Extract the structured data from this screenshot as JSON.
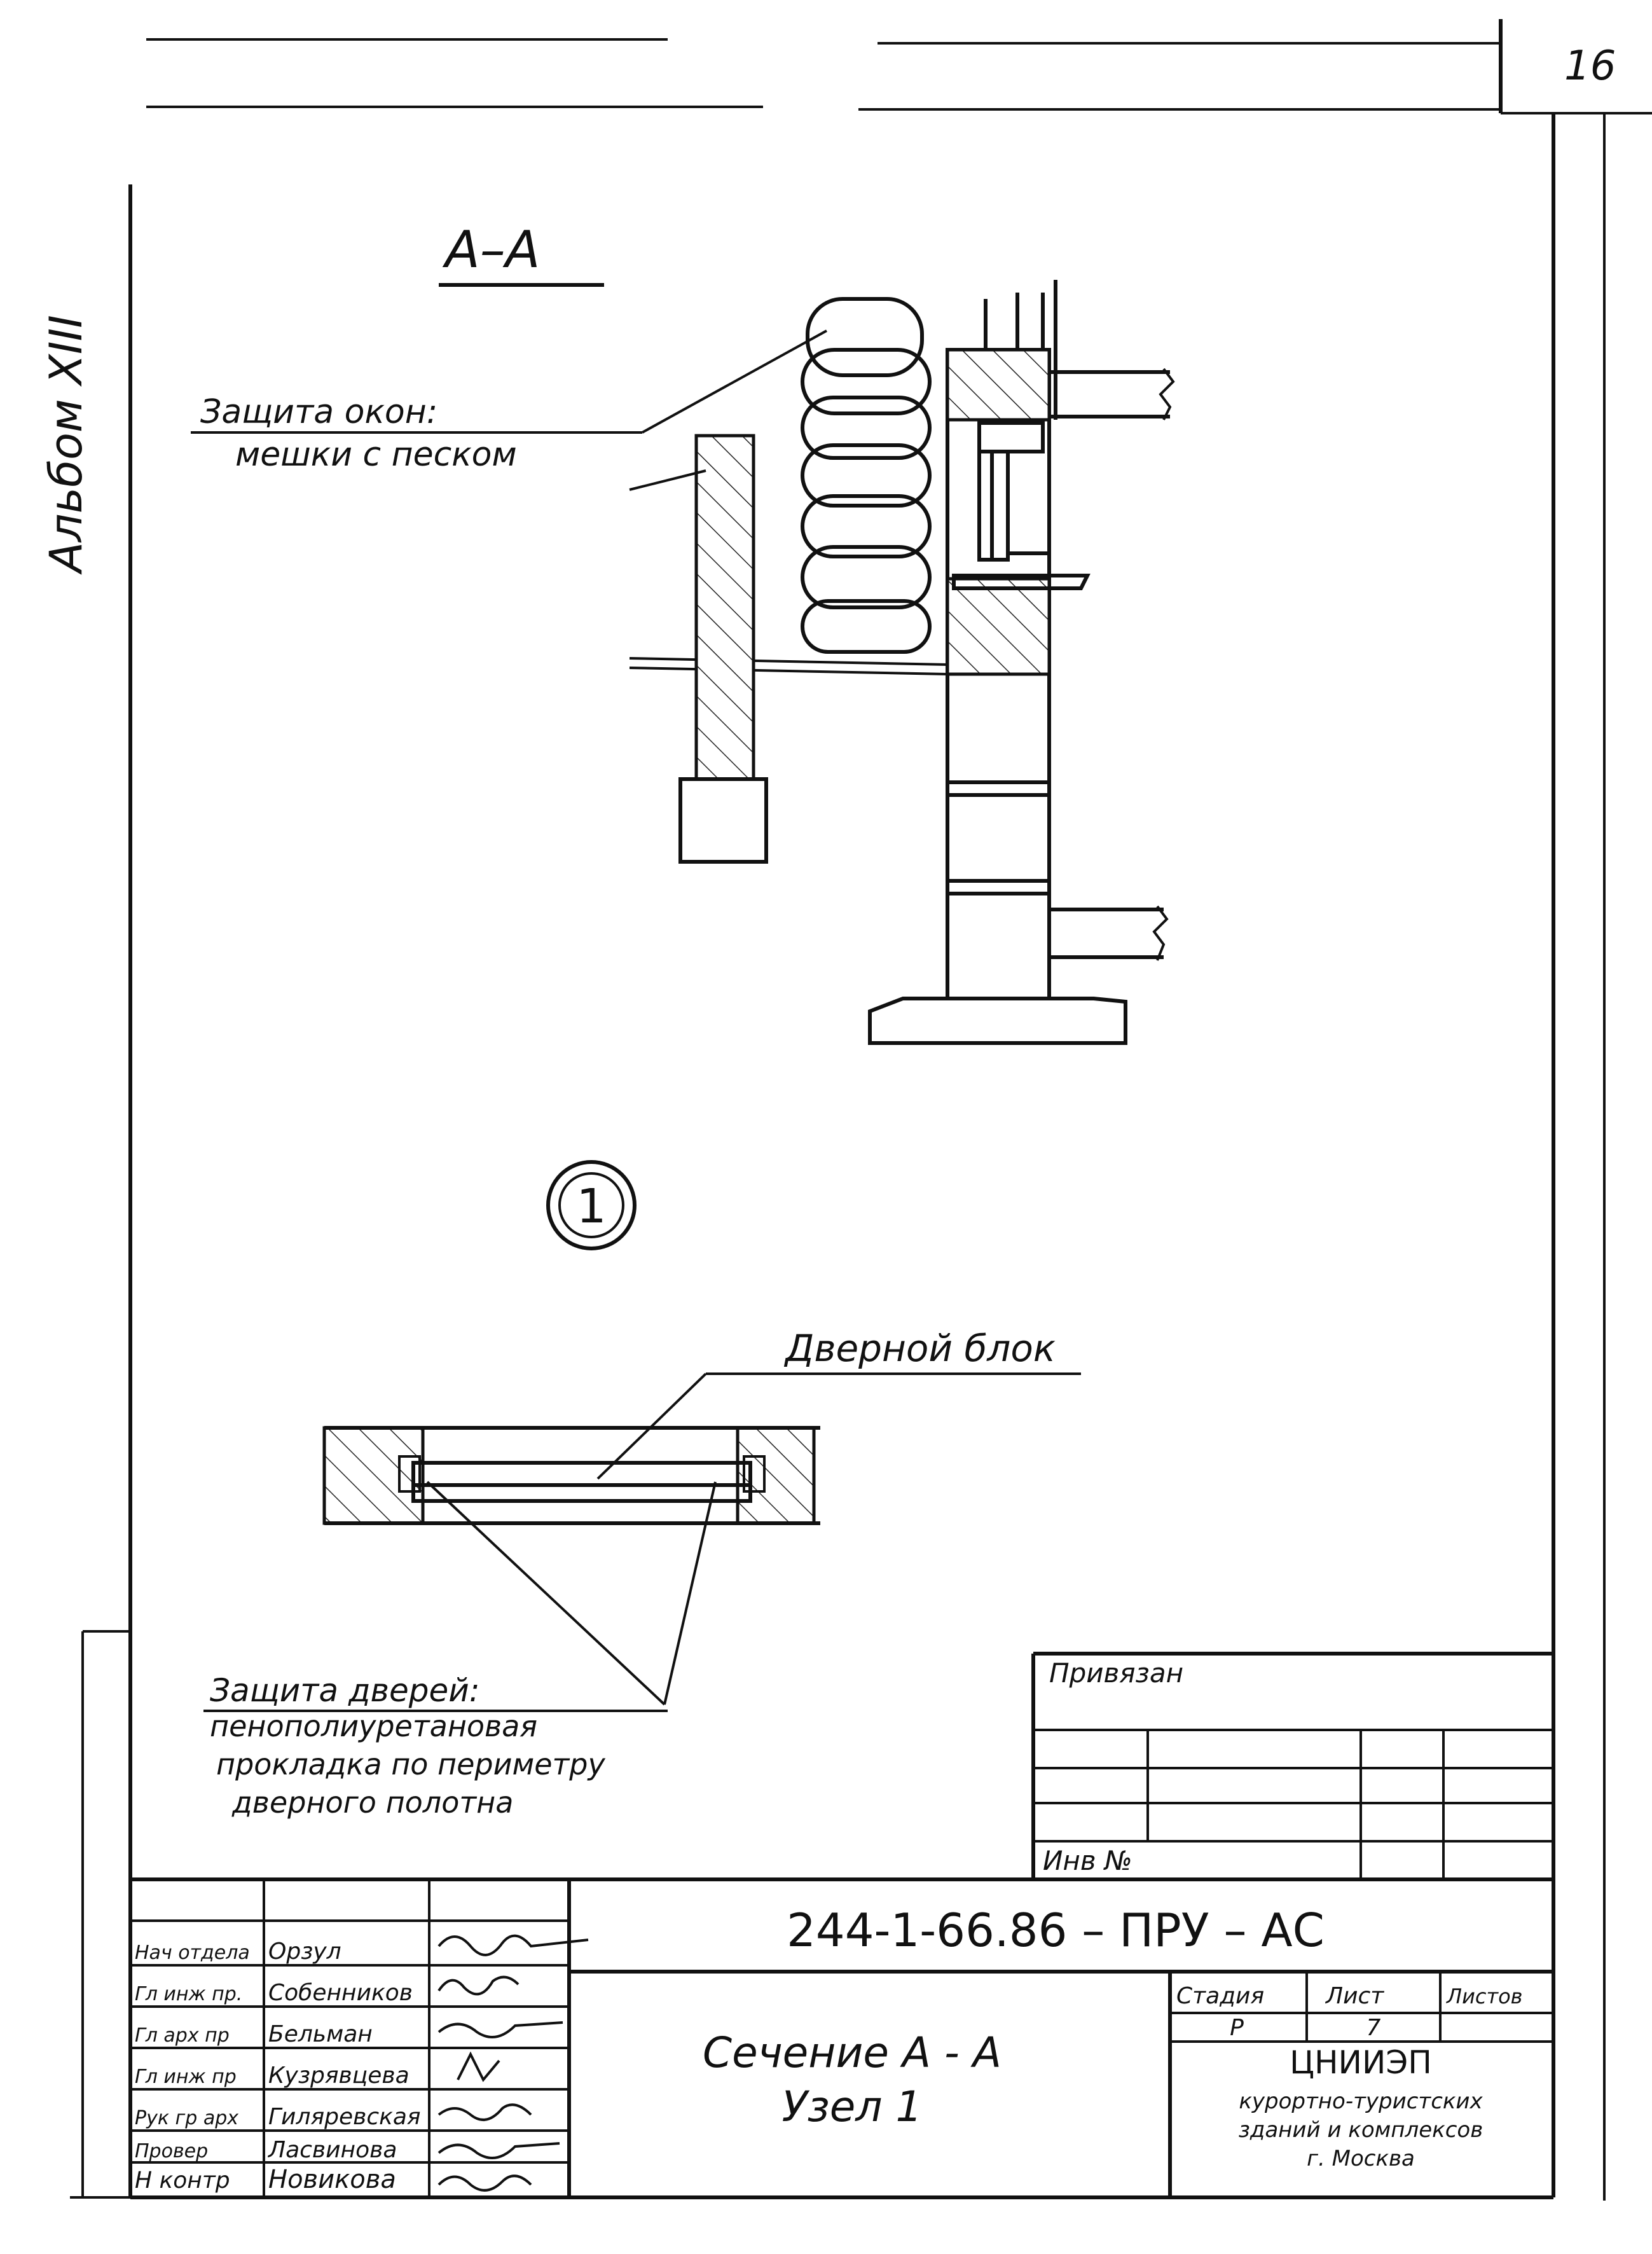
{
  "page_number": "16",
  "album_label": "Альбом XIII",
  "section_title": "А–А",
  "window_note": {
    "line1": "Защита окон:",
    "line2": "мешки с песком"
  },
  "node_number": "1",
  "door_block_label": "Дверной блок",
  "door_note": {
    "line1": "Защита дверей:",
    "line2": "пенополиуретановая",
    "line3": "прокладка по периметру",
    "line4": "дверного полотна"
  },
  "stamp": {
    "privyazan": "Привязан",
    "inv_no": "Инв №",
    "doc_code": "244-1-66.86 – ПРУ – АС",
    "sheet_title_line1": "Сечение А - А",
    "sheet_title_line2": "Узел 1",
    "col_stage": "Стадия",
    "col_sheet": "Лист",
    "col_sheets": "Листов",
    "stage_value": "Р",
    "sheet_value": "7",
    "org_name": "ЦНИИЭП",
    "org_desc1": "курортно-туристских",
    "org_desc2": "зданий и комплексов",
    "org_desc3": "г. Москва",
    "roles": [
      {
        "role": "Нач отдела",
        "name": "Орзул"
      },
      {
        "role": "Гл инж пр.",
        "name": "Собенников"
      },
      {
        "role": "Гл арх пр",
        "name": "Бельман"
      },
      {
        "role": "Гл инж пр",
        "name": "Кузрявцева"
      },
      {
        "role": "Рук гр арх",
        "name": "Гиляревская"
      },
      {
        "role": "Провер",
        "name": "Ласвинова"
      },
      {
        "role": "Н контр",
        "name": "Новикова"
      }
    ]
  }
}
